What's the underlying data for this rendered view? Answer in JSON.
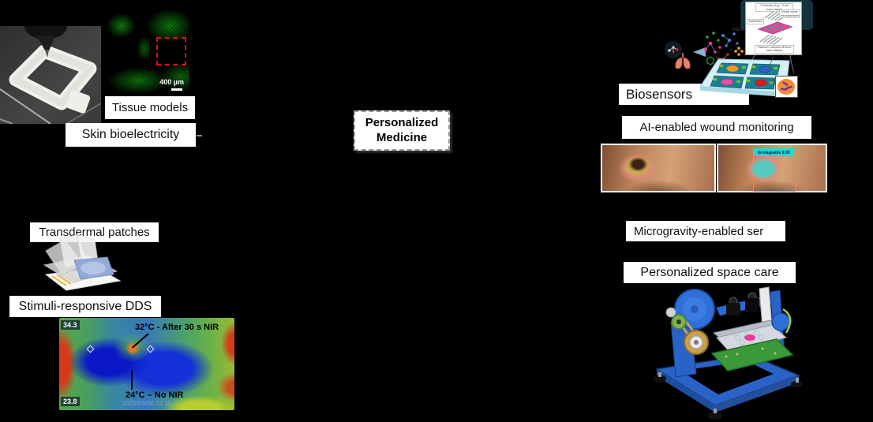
{
  "figure": {
    "center_node": {
      "line1": "Personalized",
      "line2": "Medicine"
    },
    "tissue": {
      "label": "Tissue models",
      "scale_bar": "400 µm"
    },
    "skin": {
      "label": "Skin bioelectricity"
    },
    "biosensors": {
      "label": "Biosensors",
      "vocs": "VOCs",
      "inset": {
        "contacts": "Contacts (e.g., Gold nano layer)",
        "substrate": "Substrate",
        "nanoparticles": "Metal oxide nanoparticles",
        "mxene": "Titanium carbide MXene nano-flakes"
      }
    },
    "wound": {
      "label": "AI-enabled wound monitoring",
      "detection": "Unstageable 0.99"
    },
    "microgravity": {
      "label": "Microgravity-enabled ser"
    },
    "space": {
      "label": "Personalized space care"
    },
    "patches": {
      "label": "Transdermal patches"
    },
    "dds": {
      "label": "Stimuli-responsive DDS"
    },
    "thermal": {
      "max": "34.3",
      "min": "23.8",
      "hot_note": "32°C - After 30 s NIR",
      "cold_note": "24°C – No NIR",
      "timestamp": "2025/06/06 22:35"
    }
  },
  "colors": {
    "background": "#000000",
    "label_bg": "#ffffff",
    "label_text": "#111111",
    "roi_red": "#e01010",
    "fluorescence_green": "#12a012",
    "mask_cyan": "#2fd3d3",
    "machine_blue": "#2a63c8",
    "pcb_green": "#3a9a3a"
  }
}
